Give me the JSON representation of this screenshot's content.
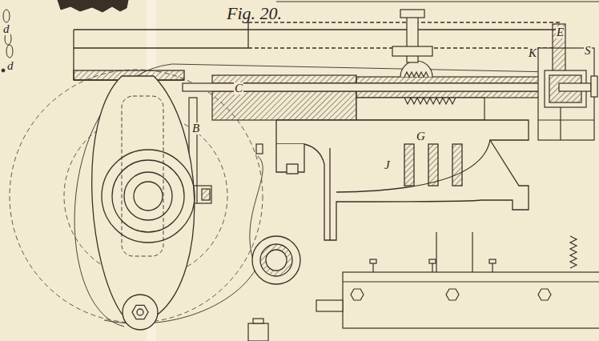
{
  "diagram": {
    "title": "Fig. 20.",
    "labels": [
      "C",
      "B",
      "G",
      "J",
      "E",
      "K",
      "S",
      "d",
      "d"
    ]
  }
}
